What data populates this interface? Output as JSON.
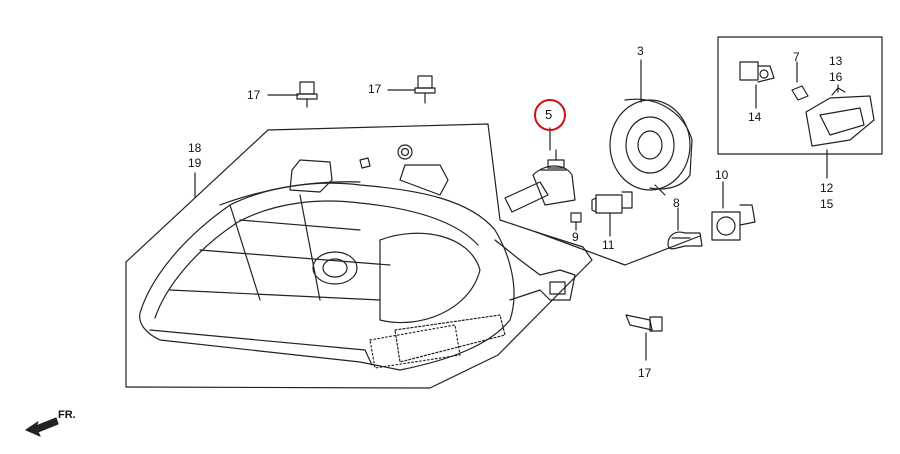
{
  "diagram": {
    "highlight_color": "#d01010",
    "line_color": "#222222",
    "callouts": {
      "c3": "3",
      "c5": "5",
      "c7": "7",
      "c8": "8",
      "c9": "9",
      "c10": "10",
      "c11": "11",
      "c13_16": {
        "a": "13",
        "b": "16"
      },
      "c12_15": {
        "a": "12",
        "b": "15"
      },
      "c14": "14",
      "c17_left": "17",
      "c17_mid": "17",
      "c17_bottom": "17",
      "c18_19": {
        "a": "18",
        "b": "19"
      }
    },
    "front_indicator": "FR."
  }
}
